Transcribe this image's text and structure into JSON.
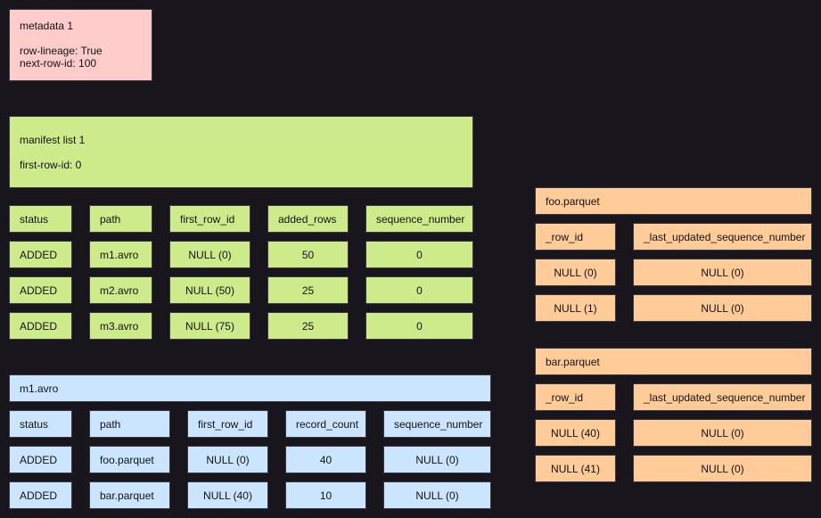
{
  "colors": {
    "background": "#18151d",
    "metadata": "#ffcccc",
    "manifest_list": "#cdeb8b",
    "manifest": "#cce5ff",
    "data_file": "#ffcc99"
  },
  "metadata": {
    "title": "metadata 1",
    "lines": [
      "row-lineage: True",
      "next-row-id: 100"
    ]
  },
  "manifest_list": {
    "title": "manifest list 1",
    "first_row_id": "first-row-id: 0",
    "columns": [
      "status",
      "path",
      "first_row_id",
      "added_rows",
      "sequence_number"
    ],
    "rows": [
      [
        "ADDED",
        "m1.avro",
        "NULL (0)",
        "50",
        "0"
      ],
      [
        "ADDED",
        "m2.avro",
        "NULL (50)",
        "25",
        "0"
      ],
      [
        "ADDED",
        "m3.avro",
        "NULL (75)",
        "25",
        "0"
      ]
    ]
  },
  "manifest": {
    "title": "m1.avro",
    "columns": [
      "status",
      "path",
      "first_row_id",
      "record_count",
      "sequence_number"
    ],
    "rows": [
      [
        "ADDED",
        "foo.parquet",
        "NULL (0)",
        "40",
        "NULL (0)"
      ],
      [
        "ADDED",
        "bar.parquet",
        "NULL (40)",
        "10",
        "NULL (0)"
      ]
    ]
  },
  "data_files": [
    {
      "title": "foo.parquet",
      "columns": [
        "_row_id",
        "_last_updated_sequence_number"
      ],
      "rows": [
        [
          "NULL (0)",
          "NULL (0)"
        ],
        [
          "NULL (1)",
          "NULL (0)"
        ]
      ]
    },
    {
      "title": "bar.parquet",
      "columns": [
        "_row_id",
        "_last_updated_sequence_number"
      ],
      "rows": [
        [
          "NULL (40)",
          "NULL (0)"
        ],
        [
          "NULL (41)",
          "NULL (0)"
        ]
      ]
    }
  ]
}
